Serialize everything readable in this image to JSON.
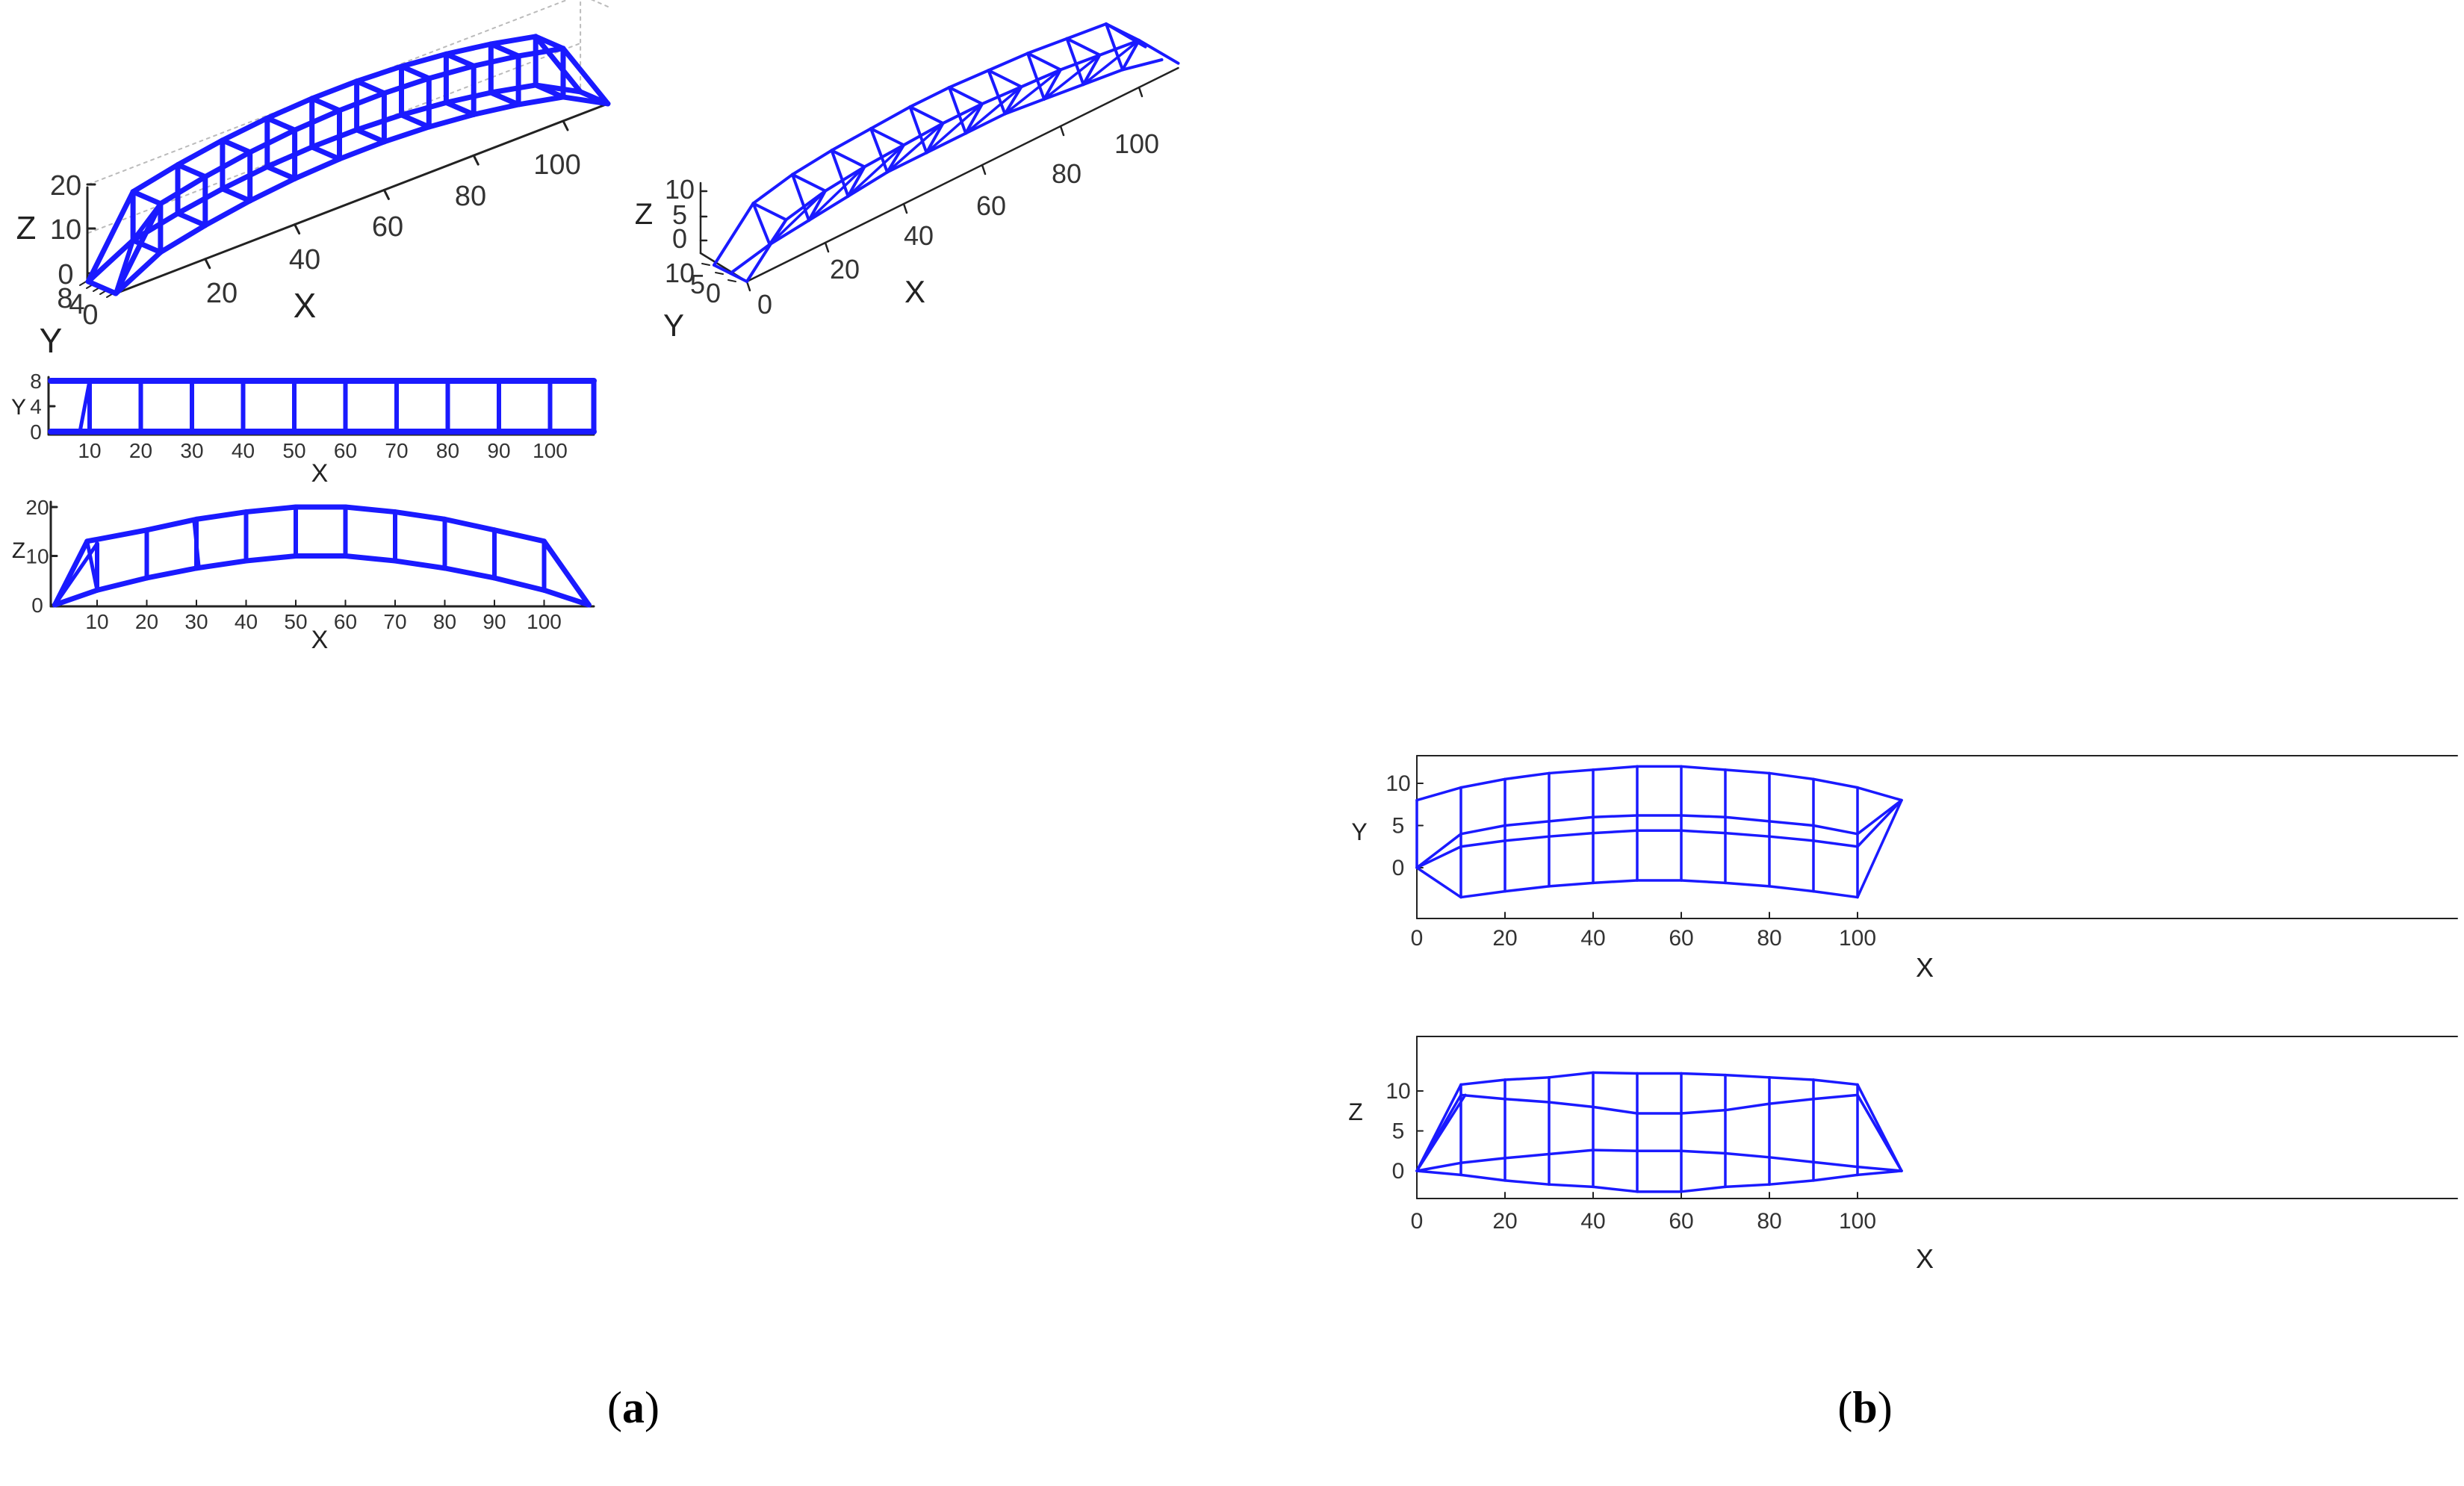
{
  "colors": {
    "truss": "#1a1aff",
    "axis": "#222222",
    "grid": "#bbbbbb"
  },
  "captions": {
    "a_open": "(",
    "a_letter": "a",
    "a_close": ")",
    "b_open": "(",
    "b_letter": "b",
    "b_close": ")"
  },
  "panel_a": {
    "iso": {
      "x_label": "X",
      "y_label": "Y",
      "z_label": "Z",
      "x_ticks": [
        "20",
        "40",
        "60",
        "80",
        "100"
      ],
      "y_ticks": [
        "8",
        "4",
        "0"
      ],
      "z_ticks": [
        "0",
        "10",
        "20"
      ]
    },
    "top_view": {
      "x_label": "X",
      "y_label": "Y",
      "x_ticks": [
        "10",
        "20",
        "30",
        "40",
        "50",
        "60",
        "70",
        "80",
        "90",
        "100"
      ],
      "y_ticks": [
        "0",
        "4",
        "8"
      ]
    },
    "side_view": {
      "x_label": "X",
      "z_label": "Z",
      "x_ticks": [
        "10",
        "20",
        "30",
        "40",
        "50",
        "60",
        "70",
        "80",
        "90",
        "100"
      ],
      "z_ticks": [
        "0",
        "10",
        "20"
      ]
    }
  },
  "panel_b": {
    "iso": {
      "x_label": "X",
      "y_label": "Y",
      "z_label": "Z",
      "x_ticks": [
        "0",
        "20",
        "40",
        "60",
        "80",
        "100"
      ],
      "y_ticks": [
        "10",
        "5",
        "0"
      ],
      "z_ticks": [
        "0",
        "5",
        "10"
      ]
    },
    "top_view": {
      "x_label": "X",
      "y_label": "Y",
      "x_ticks": [
        "0",
        "20",
        "40",
        "60",
        "80",
        "100"
      ],
      "y_ticks": [
        "0",
        "5",
        "10"
      ]
    },
    "side_view": {
      "x_label": "X",
      "z_label": "Z",
      "x_ticks": [
        "0",
        "20",
        "40",
        "60",
        "80",
        "100"
      ],
      "z_ticks": [
        "0",
        "5",
        "10"
      ]
    }
  }
}
